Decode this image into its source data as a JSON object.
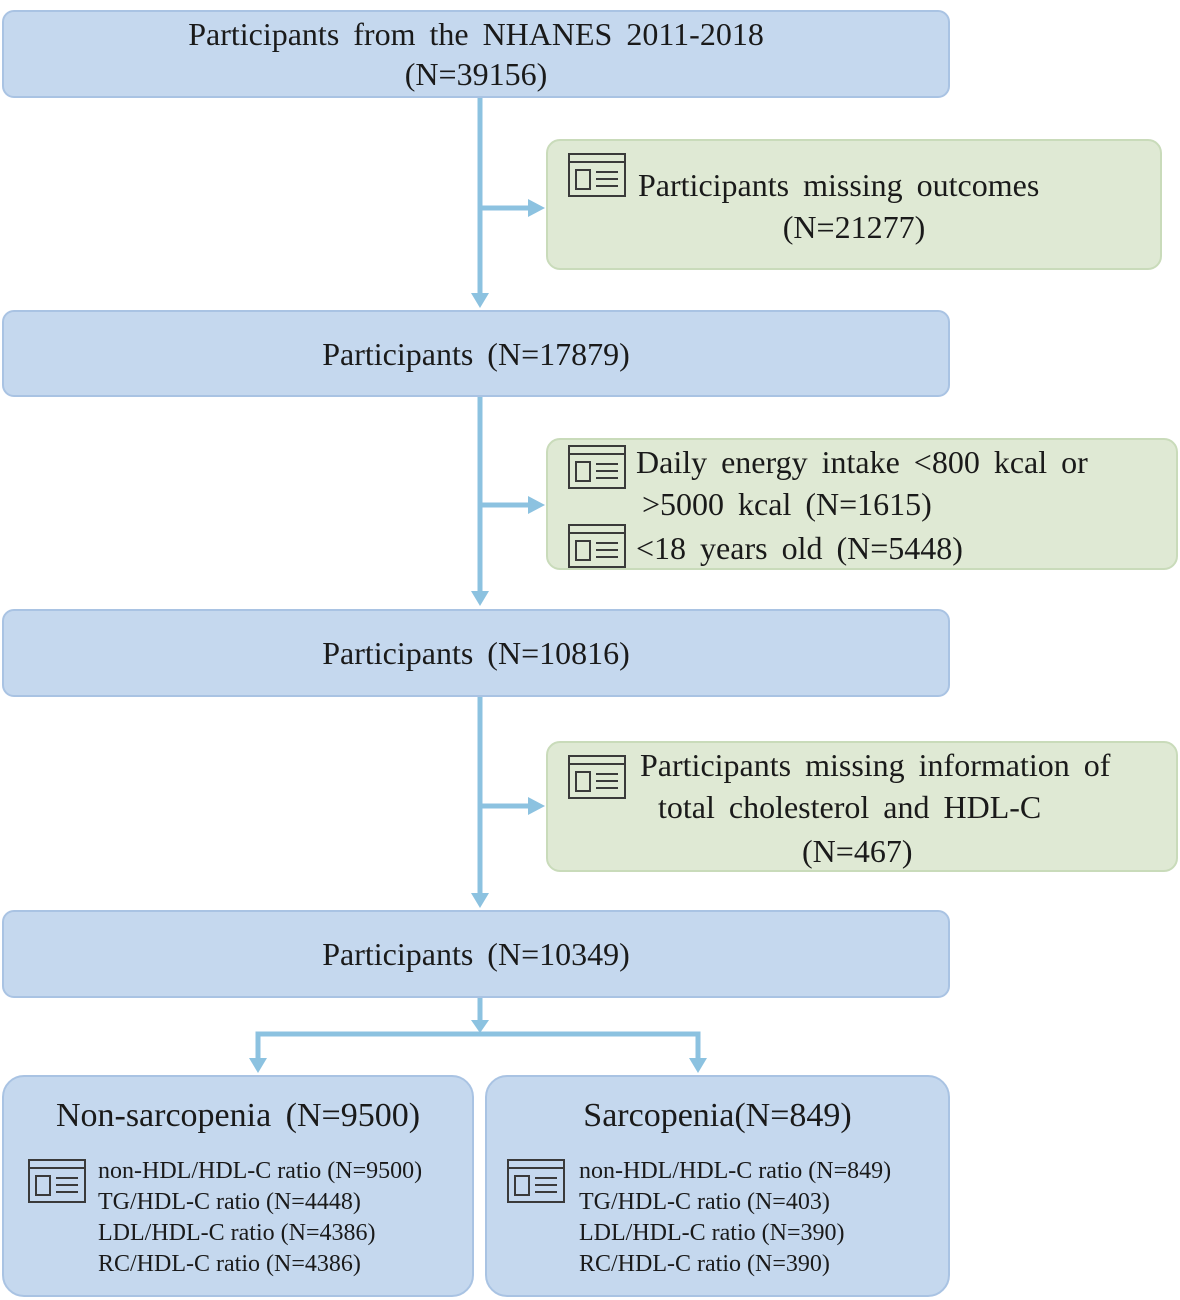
{
  "colors": {
    "main_fill": "#c5d8ee",
    "main_border": "#a9c3e3",
    "exclusion_fill": "#dfe9d4",
    "exclusion_border": "#c9dbba",
    "arrow": "#8cc2e0"
  },
  "icon_name": "list-document-icon",
  "start": {
    "line1": "Participants from the NHANES 2011-2018",
    "line2": "(N=39156)"
  },
  "exclusion1": {
    "line1": "Participants missing outcomes",
    "line2": "(N=21277)"
  },
  "step2": {
    "label": "Participants (N=17879)"
  },
  "exclusion2": {
    "item1_line1": "Daily energy intake <800 kcal or",
    "item1_line2": ">5000 kcal (N=1615)",
    "item2": "<18 years old (N=5448)"
  },
  "step3": {
    "label": "Participants (N=10816)"
  },
  "exclusion3": {
    "line1": "Participants missing information of",
    "line2": "total cholesterol and HDL-C",
    "line3": "(N=467)"
  },
  "step4": {
    "label": "Participants (N=10349)"
  },
  "groups": [
    {
      "title": "Non-sarcopenia (N=9500)",
      "ratios": [
        "non-HDL/HDL-C ratio (N=9500)",
        "TG/HDL-C ratio (N=4448)",
        "LDL/HDL-C ratio (N=4386)",
        "RC/HDL-C ratio (N=4386)"
      ]
    },
    {
      "title": "Sarcopenia(N=849)",
      "ratios": [
        "non-HDL/HDL-C ratio (N=849)",
        "TG/HDL-C ratio (N=403)",
        "LDL/HDL-C ratio (N=390)",
        "RC/HDL-C ratio (N=390)"
      ]
    }
  ]
}
